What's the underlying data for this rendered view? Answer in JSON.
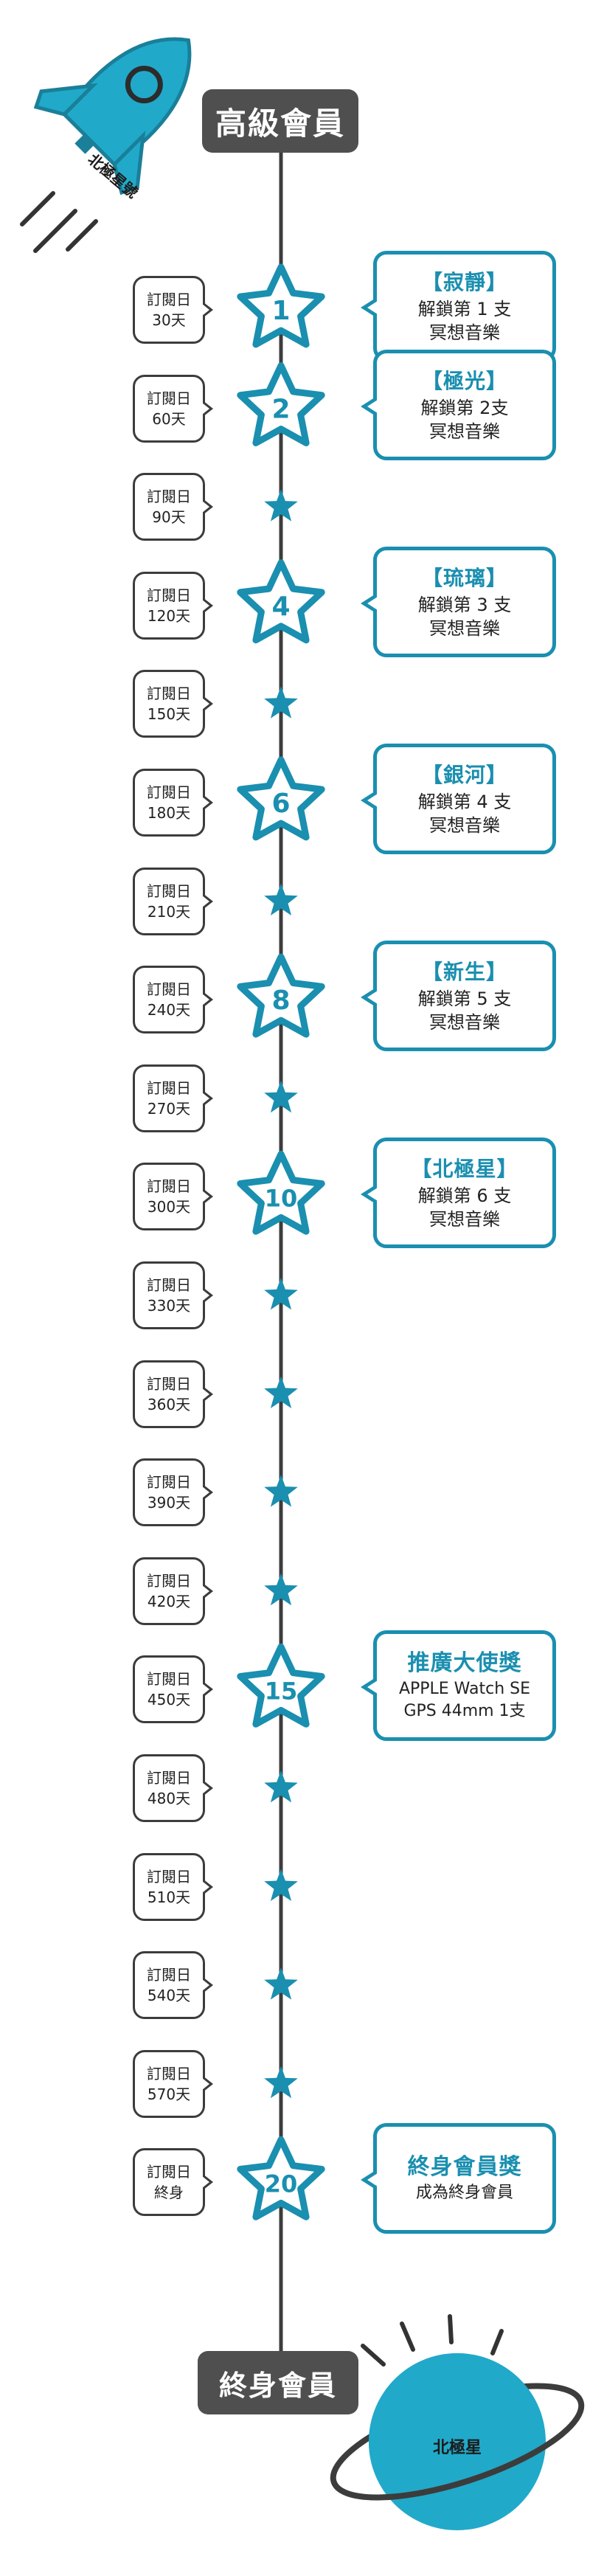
{
  "header": {
    "title": "高級會員"
  },
  "footer": {
    "title": "終身會員"
  },
  "rocket": {
    "label": "北極星號"
  },
  "planet": {
    "label": "北極星"
  },
  "colors": {
    "accent": "#1a8fb0",
    "dark": "#4f4f4f",
    "line": "#3c3c3c"
  },
  "milestones": [
    {
      "month": "1",
      "days": {
        "top": "訂閱日",
        "bottom": "30天"
      },
      "reward": {
        "title": "【寂靜】",
        "lines": [
          "解鎖第 1 支",
          "冥想音樂"
        ]
      }
    },
    {
      "month": "2",
      "days": {
        "top": "訂閱日",
        "bottom": "60天"
      },
      "reward": {
        "title": "【極光】",
        "lines": [
          "解鎖第 2支",
          "冥想音樂"
        ]
      }
    },
    {
      "month": "",
      "days": {
        "top": "訂閱日",
        "bottom": "90天"
      }
    },
    {
      "month": "4",
      "days": {
        "top": "訂閱日",
        "bottom": "120天"
      },
      "reward": {
        "title": "【琉璃】",
        "lines": [
          "解鎖第 3 支",
          "冥想音樂"
        ]
      }
    },
    {
      "month": "",
      "days": {
        "top": "訂閱日",
        "bottom": "150天"
      }
    },
    {
      "month": "6",
      "days": {
        "top": "訂閱日",
        "bottom": "180天"
      },
      "reward": {
        "title": "【銀河】",
        "lines": [
          "解鎖第 4 支",
          "冥想音樂"
        ]
      }
    },
    {
      "month": "",
      "days": {
        "top": "訂閱日",
        "bottom": "210天"
      }
    },
    {
      "month": "8",
      "days": {
        "top": "訂閱日",
        "bottom": "240天"
      },
      "reward": {
        "title": "【新生】",
        "lines": [
          "解鎖第 5 支",
          "冥想音樂"
        ]
      }
    },
    {
      "month": "",
      "days": {
        "top": "訂閱日",
        "bottom": "270天"
      }
    },
    {
      "month": "10",
      "days": {
        "top": "訂閱日",
        "bottom": "300天"
      },
      "reward": {
        "title": "【北極星】",
        "lines": [
          "解鎖第 6 支",
          "冥想音樂"
        ]
      }
    },
    {
      "month": "",
      "days": {
        "top": "訂閱日",
        "bottom": "330天"
      }
    },
    {
      "month": "",
      "days": {
        "top": "訂閱日",
        "bottom": "360天"
      }
    },
    {
      "month": "",
      "days": {
        "top": "訂閱日",
        "bottom": "390天"
      }
    },
    {
      "month": "",
      "days": {
        "top": "訂閱日",
        "bottom": "420天"
      }
    },
    {
      "month": "15",
      "days": {
        "top": "訂閱日",
        "bottom": "450天"
      },
      "reward": {
        "title": "推廣大使獎",
        "lines": [
          "APPLE Watch SE",
          "GPS 44mm 1支"
        ]
      }
    },
    {
      "month": "",
      "days": {
        "top": "訂閱日",
        "bottom": "480天"
      }
    },
    {
      "month": "",
      "days": {
        "top": "訂閱日",
        "bottom": "510天"
      }
    },
    {
      "month": "",
      "days": {
        "top": "訂閱日",
        "bottom": "540天"
      }
    },
    {
      "month": "",
      "days": {
        "top": "訂閱日",
        "bottom": "570天"
      }
    },
    {
      "month": "20",
      "days": {
        "top": "訂閱日",
        "bottom": "終身"
      },
      "reward": {
        "title": "終身會員獎",
        "lines": [
          "成為終身會員"
        ]
      }
    }
  ]
}
